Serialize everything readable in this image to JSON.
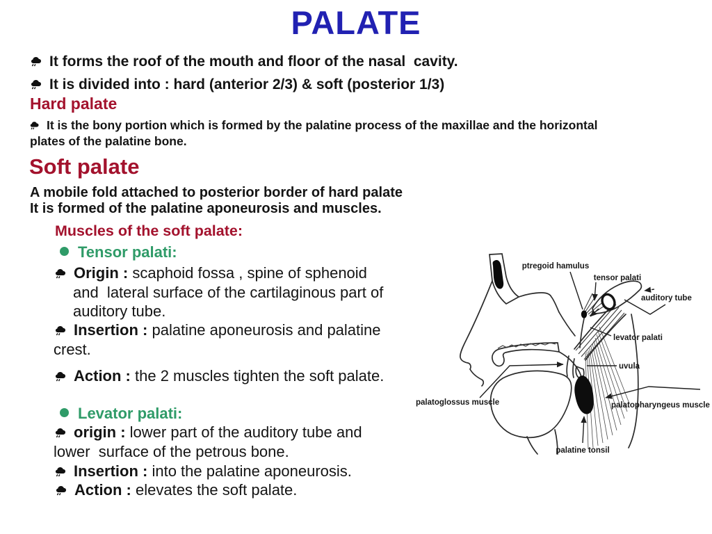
{
  "slide": {
    "title": "PALATE",
    "intro": {
      "bullet1": "It forms the roof of the mouth and floor of the nasal  cavity.",
      "bullet2": "It is divided into : hard (anterior 2/3) & soft (posterior 1/3)"
    },
    "hard": {
      "heading": "Hard palate",
      "line1": "It is the bony portion which is formed by the palatine process of the maxillae and the horizontal",
      "line2": "plates of the palatine bone."
    },
    "soft": {
      "heading": "Soft palate",
      "line1": "A mobile fold attached to posterior border of hard palate",
      "line2": "It is formed of the palatine aponeurosis and muscles."
    },
    "muscles": {
      "heading": "Muscles of the soft palate:",
      "tensor": {
        "name": "Tensor palati:",
        "origin_label": "Origin :",
        "origin1": "scaphoid fossa , spine of sphenoid",
        "origin2": "and  lateral surface of the cartilaginous part of",
        "origin3": "auditory tube.",
        "insertion_label": "Insertion :",
        "insertion1": "palatine aponeurosis and palatine",
        "insertion2": "crest.",
        "action_label": "Action :",
        "action": "the 2 muscles tighten the soft palate."
      },
      "levator": {
        "name": "Levator palati:",
        "origin_label": "origin :",
        "origin1": "lower part of the auditory tube and",
        "origin2": "lower  surface of the petrous bone.",
        "insertion_label": "Insertion :",
        "insertion": "into the palatine aponeurosis.",
        "action_label": "Action :",
        "action": "elevates the soft palate."
      }
    },
    "diagram": {
      "labels": {
        "hamulus": "ptregoid hamulus",
        "tensor": "tensor palati",
        "auditory_tube": "auditory tube",
        "levator": "levator palati",
        "uvula": "uvula",
        "palatoglossus": "palatoglossus muscle",
        "palatopharyngeus": "palatopharyngeus muscle",
        "tonsil": "palatine tonsil"
      }
    },
    "colors": {
      "title_blue": "#2121b2",
      "heading_red": "#a3122d",
      "green": "#2f9b68",
      "text_black": "#141414"
    },
    "icons": {
      "bullet": "rain-cloud",
      "list_marker": "green-dot"
    }
  }
}
